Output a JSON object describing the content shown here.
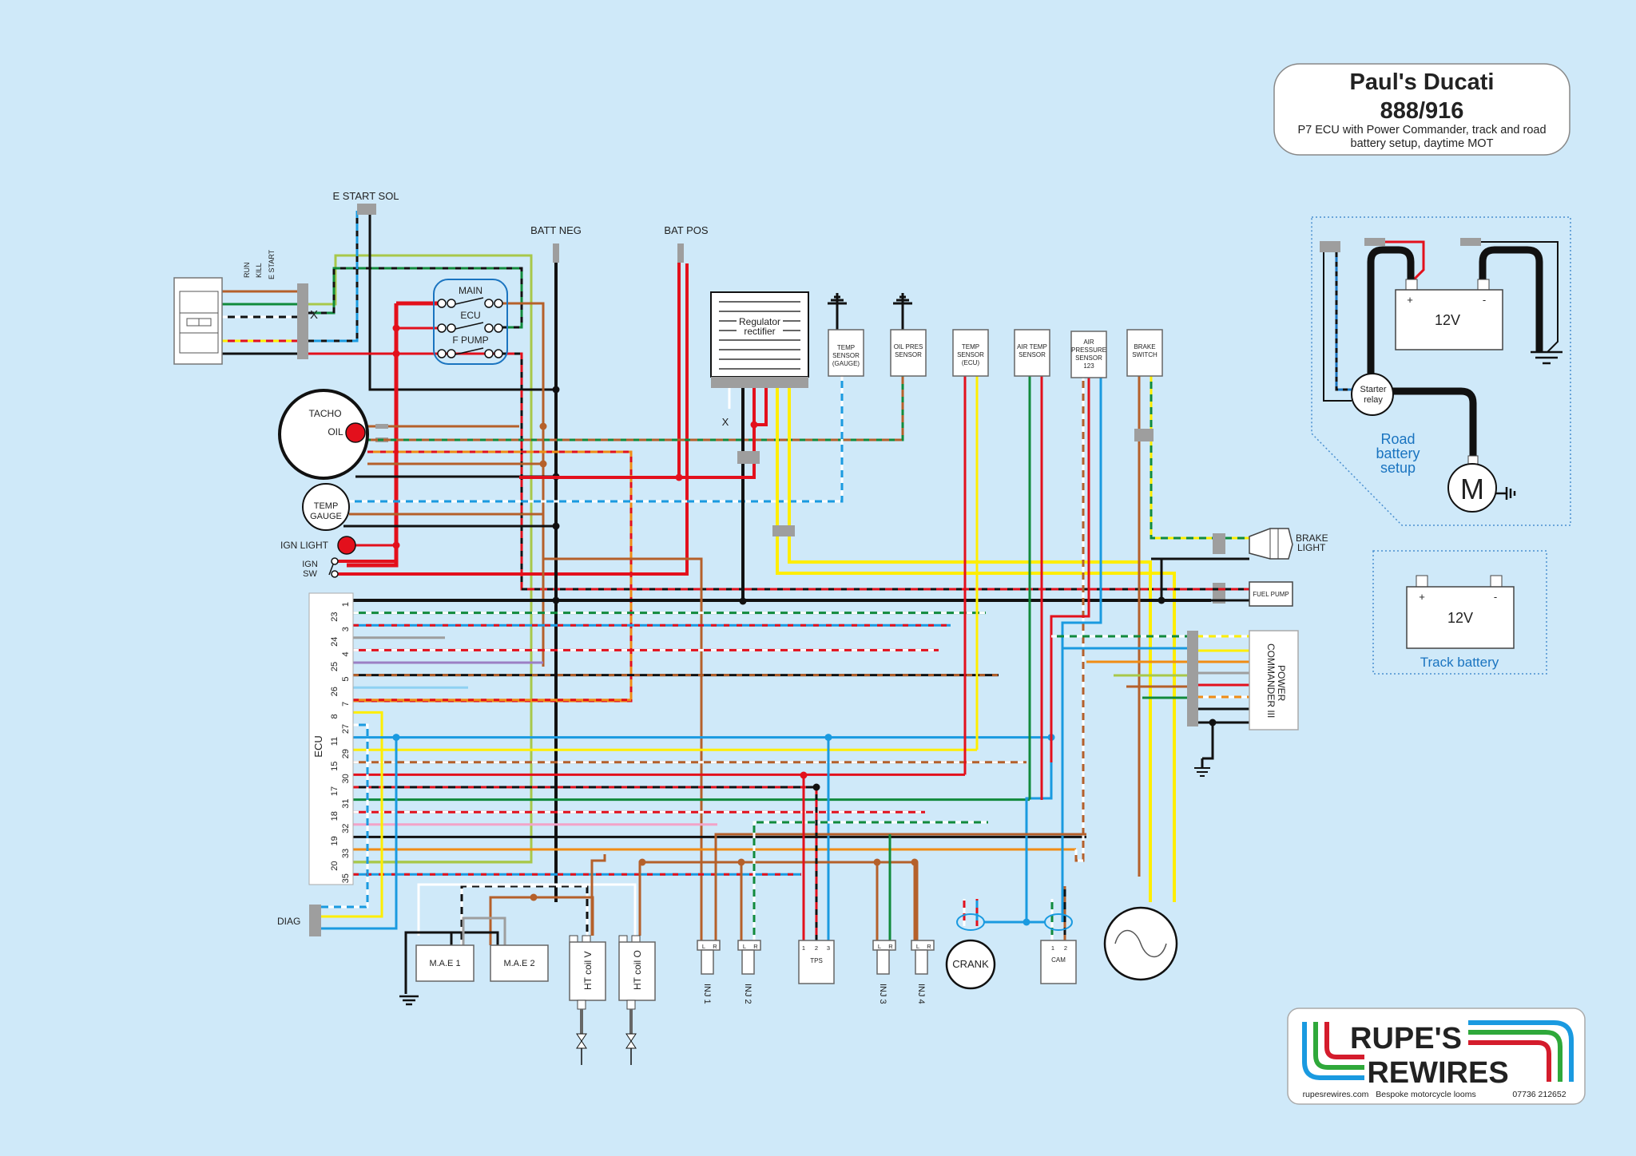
{
  "title": {
    "line1": "Paul's Ducati",
    "line2": "888/916",
    "subtitle_line1": "P7 ECU with Power Commander, track and road",
    "subtitle_line2": "battery setup, daytime MOT"
  },
  "colors": {
    "background": "#cfe9f9",
    "black": "#111111",
    "red": "#e3101c",
    "brown": "#b5602a",
    "green": "#118a3c",
    "yellow": "#ffee00",
    "blue": "#1a9ae0",
    "lightblue": "#8fd1f2",
    "white": "#ffffff",
    "grey": "#9e9e9e",
    "purple": "#9b7fc4",
    "orange": "#f08c14",
    "pink": "#f2a3c8",
    "limegreen": "#a8c84a",
    "accent_blue": "#1a74c0"
  },
  "labels": {
    "e_start_sol": "E START SOL",
    "batt_neg": "BATT NEG",
    "bat_pos": "BAT POS",
    "switch_labels": [
      "RUN",
      "KILL",
      "E START"
    ],
    "x_marker": "X",
    "relay_box": [
      "MAIN",
      "ECU",
      "F PUMP"
    ],
    "tacho": "TACHO",
    "oil": "OIL",
    "temp_gauge": [
      "TEMP",
      "GAUGE"
    ],
    "ign_light": "IGN LIGHT",
    "ign_sw": [
      "IGN",
      "SW"
    ],
    "regulator": [
      "Regulator",
      "rectifier"
    ],
    "temp_sensor_gauge": [
      "TEMP",
      "SENSOR",
      "(GAUGE)"
    ],
    "oil_pres_sensor": [
      "OIL PRES",
      "SENSOR"
    ],
    "temp_sensor_ecu": [
      "TEMP",
      "SENSOR",
      "(ECU)"
    ],
    "air_temp_sensor": [
      "AIR TEMP",
      "SENSOR"
    ],
    "air_pressure_sensor": [
      "AIR",
      "PRESSURE",
      "SENSOR",
      "123"
    ],
    "brake_switch": [
      "BRAKE",
      "SWITCH"
    ],
    "brake_light": [
      "BRAKE",
      "LIGHT"
    ],
    "fuel_pump": "FUEL PUMP",
    "power_commander": [
      "POWER",
      "COMMANDER III"
    ],
    "ecu": "ECU",
    "ecu_pins": [
      "1",
      "23",
      "3",
      "24",
      "4",
      "25",
      "5",
      "26",
      "7",
      "8",
      "27",
      "11",
      "29",
      "15",
      "30",
      "17",
      "31",
      "18",
      "32",
      "19",
      "33",
      "20",
      "35"
    ],
    "diag": "DIAG",
    "mae1": "M.A.E 1",
    "mae2": "M.A.E 2",
    "ht_coil_v": "HT coil V",
    "ht_coil_o": "HT coil O",
    "injectors": [
      "INJ 1",
      "INJ 2",
      "INJ 3",
      "INJ 4"
    ],
    "inj_pins": [
      "L",
      "R"
    ],
    "tps": "TPS",
    "tps_pins": [
      "1",
      "2",
      "3"
    ],
    "crank": "CRANK",
    "cam": "CAM",
    "cam_pins": [
      "1",
      "2"
    ],
    "starter_relay": [
      "Starter",
      "relay"
    ],
    "battery_voltage": "12V",
    "battery_plus": "+",
    "battery_minus": "-",
    "motor": "M",
    "road_battery": [
      "Road",
      "battery",
      "setup"
    ],
    "track_battery": "Track battery"
  },
  "logo": {
    "line1": "RUPE'S",
    "line2": "REWIRES",
    "website": "rupesrewires.com",
    "tagline": "Bespoke motorcycle looms",
    "phone": "07736 212652"
  }
}
